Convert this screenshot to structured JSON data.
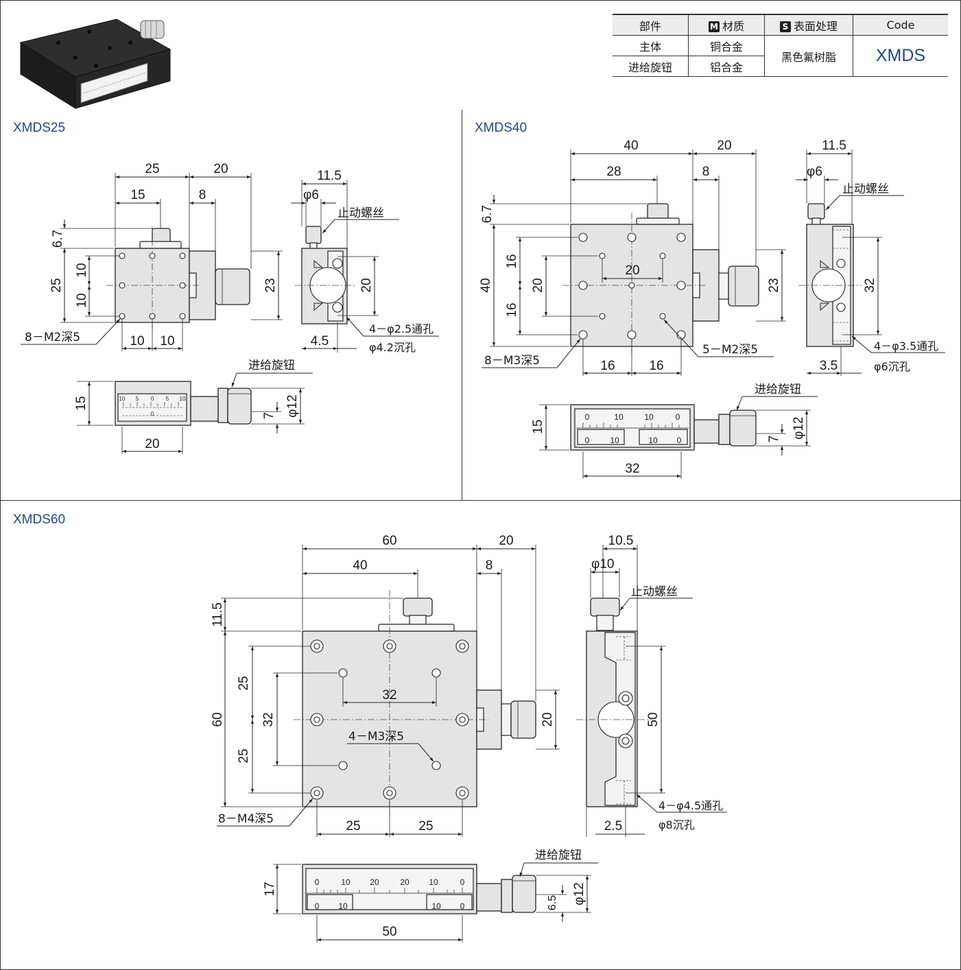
{
  "spec_table": {
    "headers": {
      "part": "部件",
      "material": "材质",
      "material_badge": "M",
      "surface": "表面处理",
      "surface_badge": "S",
      "code": "Code"
    },
    "rows": [
      {
        "part": "主体",
        "material": "铜合金"
      },
      {
        "part": "进给旋钮",
        "material": "铝合金"
      }
    ],
    "surface_treatment": "黑色氟树脂",
    "code_value": "XMDS"
  },
  "sections": {
    "s25": {
      "title": "XMDS25",
      "top": {
        "w_total": "25",
        "w_knob": "20",
        "hole_span": "15",
        "knob_offset": "8",
        "screw_h": "6.7",
        "h_total": "25",
        "pitch_a": "10",
        "pitch_b": "10",
        "knob_h": "23",
        "bot_a": "10",
        "bot_b": "10",
        "hole_label": "8－M2深5"
      },
      "side": {
        "w": "11.5",
        "screw_dia": "φ6",
        "screw_label": "止动螺丝",
        "pitch": "20",
        "offset": "4.5",
        "thru": "4－φ2.5通孔",
        "cbore": "φ4.2沉孔"
      },
      "front": {
        "h": "15",
        "knob_label": "进给旋钮",
        "knob_h": "7",
        "knob_dia": "φ12",
        "travel": "20",
        "scale_top": [
          "10",
          "5",
          "0",
          "5",
          "10"
        ],
        "scale_zero": "0"
      }
    },
    "s40": {
      "title": "XMDS40",
      "top": {
        "w_total": "40",
        "w_knob": "20",
        "w_inner": "28",
        "knob_offset": "8",
        "screw_h": "6.7",
        "h_total": "40",
        "pitch_a": "16",
        "pitch_mid": "20",
        "pitch_b": "16",
        "center_pitch": "20",
        "knob_h": "23",
        "bot_a": "16",
        "bot_b": "16",
        "hole_label": "8－M3深5",
        "hole_label2": "5－M2深5"
      },
      "side": {
        "w": "11.5",
        "screw_dia": "φ6",
        "screw_label": "止动螺丝",
        "pitch": "32",
        "offset": "3.5",
        "thru": "4－φ3.5通孔",
        "cbore": "φ6沉孔"
      },
      "front": {
        "h": "15",
        "knob_label": "进给旋钮",
        "knob_h": "7",
        "knob_dia": "φ12",
        "travel": "32",
        "scale_top": [
          "0",
          "10",
          "10",
          "0"
        ],
        "scale_bot": [
          "0",
          "10",
          "10",
          "0"
        ]
      }
    },
    "s60": {
      "title": "XMDS60",
      "top": {
        "w_total": "60",
        "w_knob": "20",
        "w_inner": "40",
        "knob_offset": "8",
        "screw_h": "11.5",
        "h_total": "60",
        "pitch_a": "25",
        "pitch_mid": "32",
        "pitch_b": "25",
        "center_pitch": "32",
        "knob_h": "20",
        "bot_a": "25",
        "bot_b": "25",
        "hole_label": "8－M4深5",
        "hole_label2": "4－M3深5"
      },
      "side": {
        "w": "10.5",
        "screw_dia": "φ10",
        "screw_label": "止动螺丝",
        "pitch": "50",
        "offset": "2.5",
        "thru": "4－φ4.5通孔",
        "cbore": "φ8沉孔"
      },
      "front": {
        "h": "17",
        "knob_label": "进给旋钮",
        "knob_h": "6.5",
        "knob_dia": "φ12",
        "travel": "50",
        "scale_top": [
          "0",
          "10",
          "20",
          "20",
          "10",
          "0"
        ],
        "scale_bot": [
          "0",
          "10",
          "10",
          "0"
        ]
      }
    }
  }
}
